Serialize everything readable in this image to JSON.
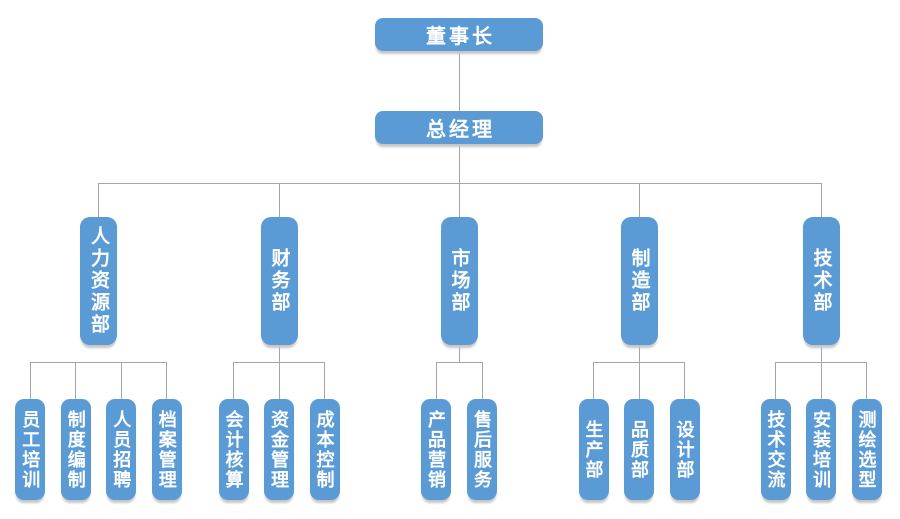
{
  "diagram": {
    "type": "organization-chart",
    "root": {
      "label": "董事长"
    },
    "manager": {
      "label": "总经理"
    },
    "departments": [
      {
        "label": "人力资源部",
        "children": [
          {
            "label": "员工培训"
          },
          {
            "label": "制度编制"
          },
          {
            "label": "人员招聘"
          },
          {
            "label": "档案管理"
          }
        ]
      },
      {
        "label": "财务部",
        "children": [
          {
            "label": "会计核算"
          },
          {
            "label": "资金管理"
          },
          {
            "label": "成本控制"
          }
        ]
      },
      {
        "label": "市场部",
        "children": [
          {
            "label": "产品营销"
          },
          {
            "label": "售后服务"
          }
        ]
      },
      {
        "label": "制造部",
        "children": [
          {
            "label": "生产部"
          },
          {
            "label": "品质部"
          },
          {
            "label": "设计部"
          }
        ]
      },
      {
        "label": "技术部",
        "children": [
          {
            "label": "技术交流"
          },
          {
            "label": "安装培训"
          },
          {
            "label": "测绘选型"
          }
        ]
      }
    ],
    "colors": {
      "node_fill": "#5B9BD5",
      "node_text": "#FFFFFF",
      "node_shadow": "#C6C6C6",
      "connector": "#A6A6A6",
      "background": "#FFFFFF"
    }
  }
}
